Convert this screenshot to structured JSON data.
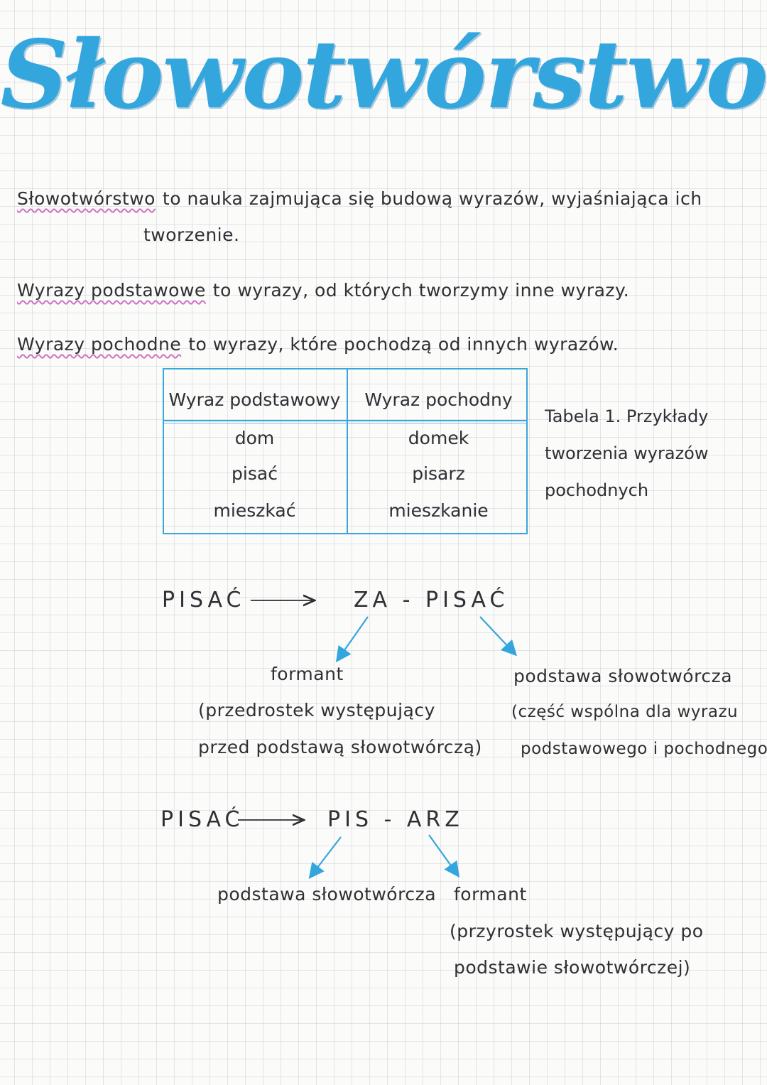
{
  "title": "Słowotwórstwo",
  "definitions": {
    "d1_term": "Słowotwórstwo",
    "d1_text": "to nauka zajmująca się budową wyrazów, wyjaśniająca ich",
    "d1_cont": "tworzenie.",
    "d2_term": "Wyrazy podstawowe",
    "d2_text": "to wyrazy, od których tworzymy inne wyrazy.",
    "d3_term": "Wyrazy pochodne",
    "d3_text": "to wyrazy, które pochodzą od innych wyrazów."
  },
  "table": {
    "headers": [
      "Wyraz podstawowy",
      "Wyraz pochodny"
    ],
    "rows": [
      [
        "dom",
        "domek"
      ],
      [
        "pisać",
        "pisarz"
      ],
      [
        "mieszkać",
        "mieszkanie"
      ]
    ],
    "caption": [
      "Tabela 1. Przykłady",
      "tworzenia wyrazów",
      "pochodnych"
    ]
  },
  "example1": {
    "base": "PISAĆ",
    "derived": "ZA - PISAĆ",
    "left_label": "formant",
    "left_desc": [
      "(przedrostek występujący",
      "przed podstawą słowotwórczą)"
    ],
    "right_label": "podstawa słowotwórcza",
    "right_desc": [
      "(część wspólna dla wyrazu",
      "podstawowego i pochodnego)"
    ]
  },
  "example2": {
    "base": "PISAĆ",
    "derived": "PIS - ARZ",
    "left_label": "podstawa słowotwórcza",
    "right_label": "formant",
    "right_desc": [
      "(przyrostek występujący po",
      "podstawie słowotwórczej)"
    ]
  },
  "colors": {
    "accent": "#33a6dd",
    "underline": "#d070c4",
    "ink": "#2f2f34"
  }
}
